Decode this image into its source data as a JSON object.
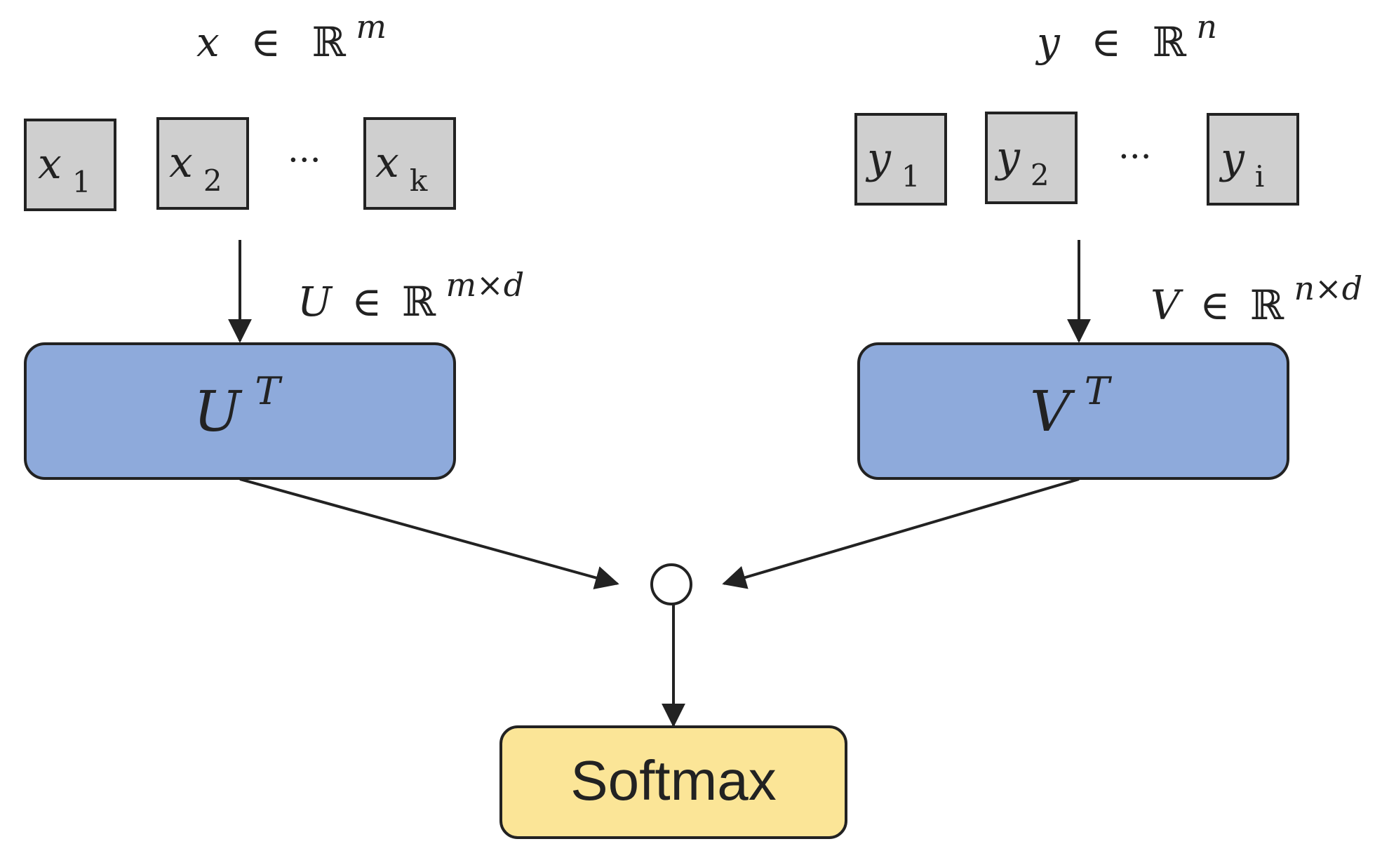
{
  "left_branch": {
    "domain": {
      "var": "x",
      "element_of": "∈",
      "set": "ℝ",
      "dim": "m"
    },
    "inputs": [
      {
        "base": "x",
        "sub": "1"
      },
      {
        "base": "x",
        "sub": "2"
      },
      {
        "base": "x",
        "sub": "k"
      }
    ],
    "ellipsis": "···",
    "weight": {
      "var": "U",
      "element_of": "∈",
      "set": "ℝ",
      "dim": "m×d"
    },
    "transform": {
      "base": "U",
      "sup": "T"
    },
    "colors": {
      "input_fill": "#cfcfcf",
      "transform_fill": "#8eaadb"
    }
  },
  "right_branch": {
    "domain": {
      "var": "y",
      "element_of": "∈",
      "set": "ℝ",
      "dim": "n"
    },
    "inputs": [
      {
        "base": "y",
        "sub": "1"
      },
      {
        "base": "y",
        "sub": "2"
      },
      {
        "base": "y",
        "sub": "i"
      }
    ],
    "ellipsis": "···",
    "weight": {
      "var": "V",
      "element_of": "∈",
      "set": "ℝ",
      "dim": "n×d"
    },
    "transform": {
      "base": "V",
      "sup": "T"
    },
    "colors": {
      "input_fill": "#cfcfcf",
      "transform_fill": "#8eaadb"
    }
  },
  "combine": {
    "operator": "∘"
  },
  "output": {
    "label": "Softmax",
    "fill": "#fbe597"
  },
  "stroke_color": "#222222"
}
